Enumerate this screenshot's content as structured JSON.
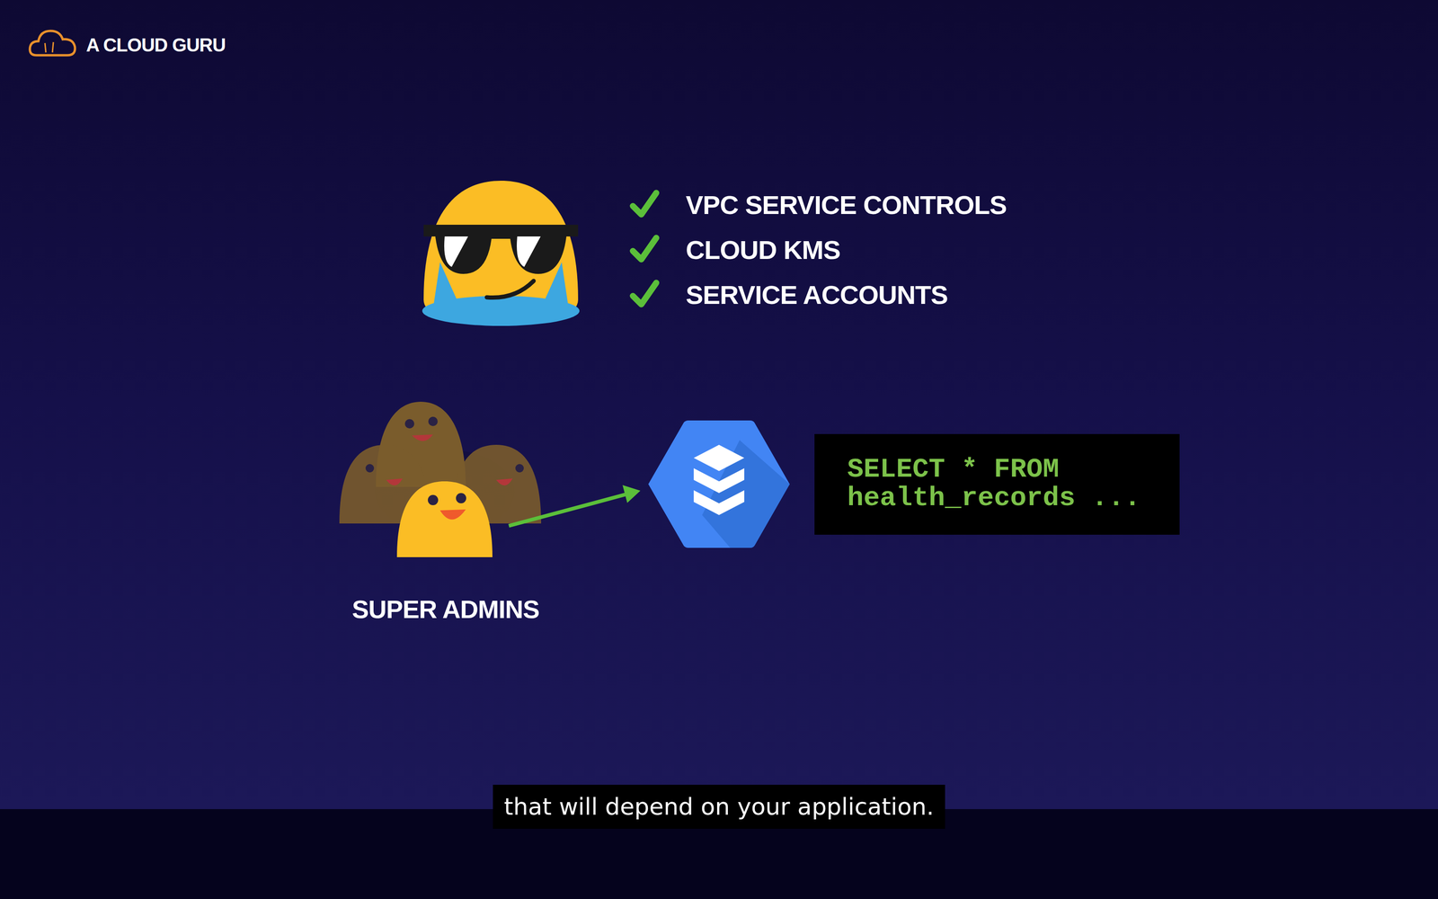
{
  "diagram": {
    "caption": "that will depend on your application.",
    "nodes": [
      {
        "text": [
          "SUPER ADMINS"
        ]
      },
      {
        "text": [
          "SELECT * FROM health_records ..."
        ]
      }
    ],
    "labels": [
      "A CLOUD GURU",
      "VPC SERVICE CONTROLS",
      "CLOUD KMS",
      "SERVICE ACCOUNTS"
    ]
  }
}
